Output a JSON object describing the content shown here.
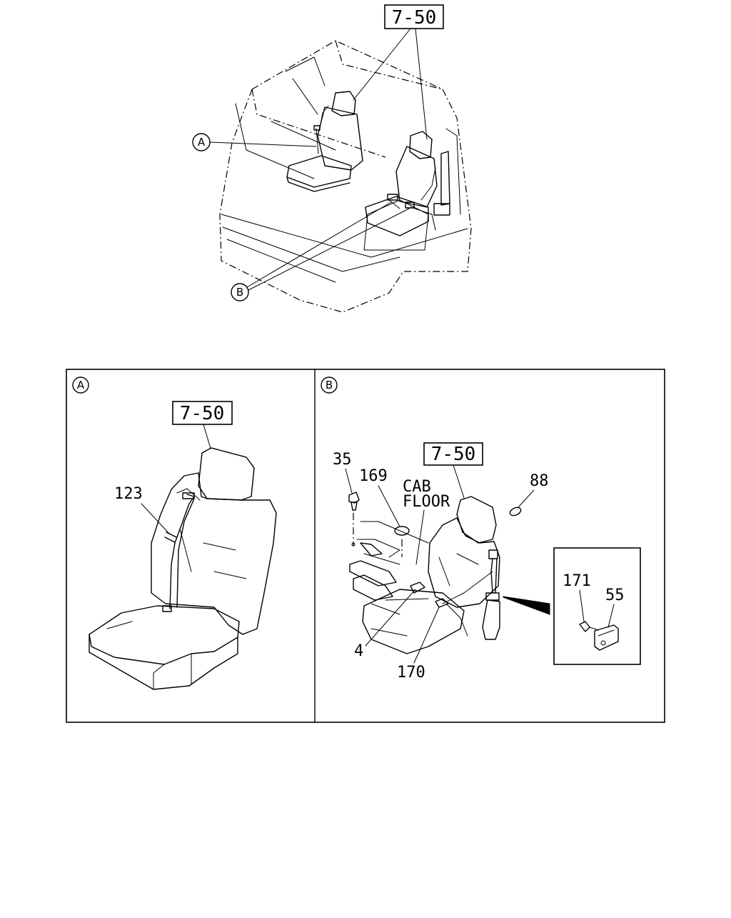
{
  "overview": {
    "ref_label": "7-50",
    "callout_a": "A",
    "callout_b": "B"
  },
  "detail_a": {
    "marker": "A",
    "ref_label": "7-50",
    "part_123": "123"
  },
  "detail_b": {
    "marker": "B",
    "ref_label": "7-50",
    "part_35": "35",
    "part_169": "169",
    "cab_line1": "CAB",
    "cab_line2": "FLOOR",
    "part_88": "88",
    "part_4": "4",
    "part_170": "170",
    "part_171": "171",
    "part_55": "55"
  }
}
